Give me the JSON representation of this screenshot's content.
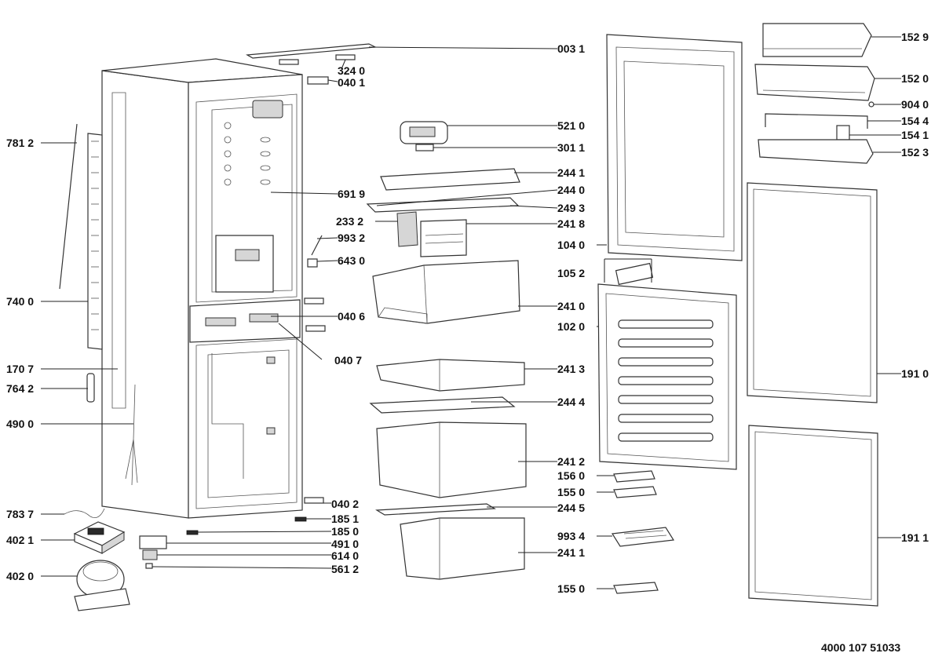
{
  "document_number": "4000 107 51033",
  "labels": {
    "l0031": "003 1",
    "l3240": "324 0",
    "l0401": "040 1",
    "l7812": "781 2",
    "l6919": "691 9",
    "l7400": "740 0",
    "l2332": "233 2",
    "l9932": "993 2",
    "l6430": "643 0",
    "l0406": "040 6",
    "l0407": "040 7",
    "l1707": "170 7",
    "l7642": "764 2",
    "l4900": "490 0",
    "l0402": "040 2",
    "l1851": "185 1",
    "l1850": "185 0",
    "l4910": "491 0",
    "l6140": "614 0",
    "l5612": "561 2",
    "l7837": "783 7",
    "l4021": "402 1",
    "l4020": "402 0",
    "l5210": "521 0",
    "l3011": "301 1",
    "l2441": "244 1",
    "l2440": "244 0",
    "l2493": "249 3",
    "l2418": "241 8",
    "l1040": "104 0",
    "l1052": "105 2",
    "l2410": "241 0",
    "l1020": "102 0",
    "l2413": "241 3",
    "l2444": "244 4",
    "l2412": "241 2",
    "l1560": "156 0",
    "l1550a": "155 0",
    "l2445": "244 5",
    "l9934": "993 4",
    "l2411": "241 1",
    "l1550b": "155 0",
    "l1529": "152 9",
    "l1520": "152 0",
    "l9040": "904 0",
    "l1544": "154 4",
    "l1541": "154 1",
    "l1523": "152 3",
    "l1910": "191 0",
    "l1911": "191 1"
  }
}
